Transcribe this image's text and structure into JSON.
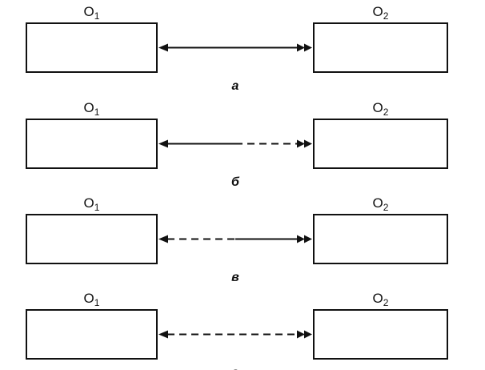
{
  "diagram": {
    "rows": [
      {
        "left": {
          "letter": "O",
          "sub": "1"
        },
        "right": {
          "letter": "O",
          "sub": "2"
        },
        "caption": "а",
        "pattern": [
          "solid"
        ]
      },
      {
        "left": {
          "letter": "O",
          "sub": "1"
        },
        "right": {
          "letter": "O",
          "sub": "2"
        },
        "caption": "б",
        "pattern": [
          "solid",
          "dashed"
        ]
      },
      {
        "left": {
          "letter": "O",
          "sub": "1"
        },
        "right": {
          "letter": "O",
          "sub": "2"
        },
        "caption": "в",
        "pattern": [
          "dashed",
          "solid"
        ]
      },
      {
        "left": {
          "letter": "O",
          "sub": "1"
        },
        "right": {
          "letter": "O",
          "sub": "2"
        },
        "caption": "г",
        "pattern": [
          "dashed"
        ]
      }
    ]
  }
}
